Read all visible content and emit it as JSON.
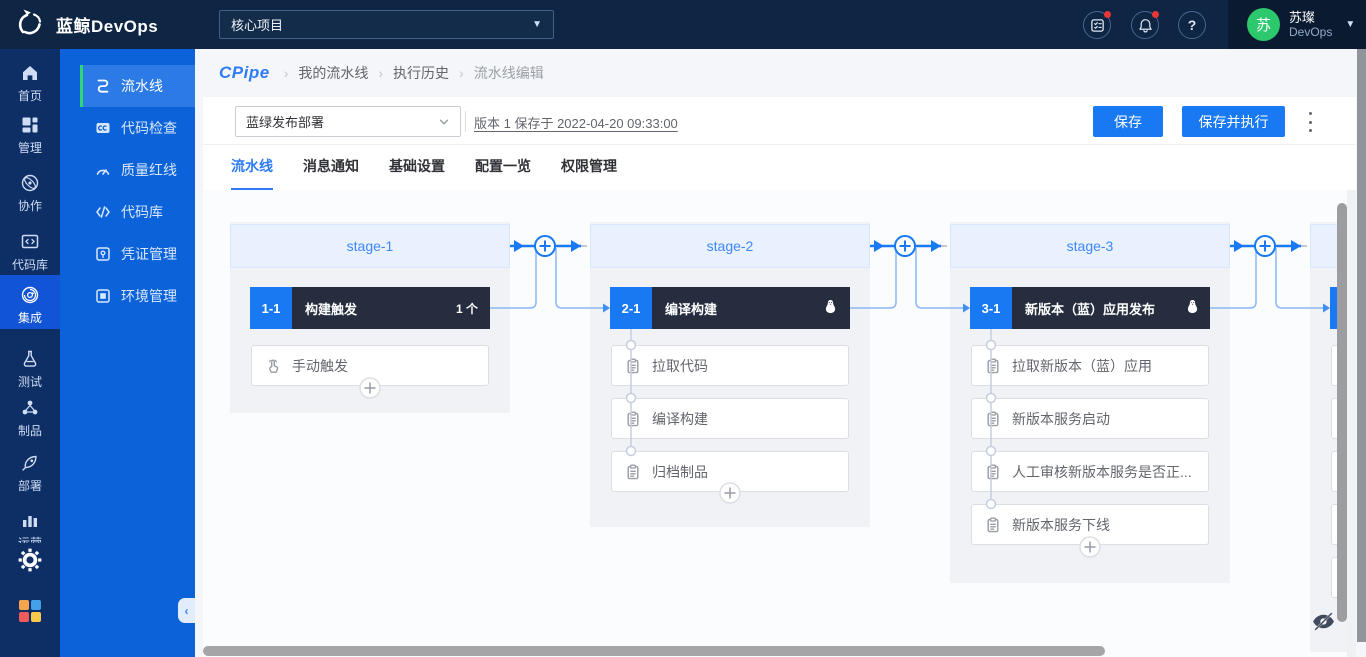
{
  "topbar": {
    "brand": "蓝鲸DevOps",
    "project_selector": "核心项目",
    "user": {
      "name": "苏璨",
      "org": "DevOps",
      "avatar": "苏"
    }
  },
  "primary_nav": {
    "items": [
      {
        "label": "首页"
      },
      {
        "label": "管理"
      },
      {
        "label": "协作"
      },
      {
        "label": "代码库"
      },
      {
        "label": "集成",
        "active": true
      },
      {
        "label": "测试"
      },
      {
        "label": "制品"
      },
      {
        "label": "部署"
      },
      {
        "label": "运营"
      }
    ]
  },
  "secondary_nav": {
    "items": [
      {
        "label": "流水线",
        "active": true
      },
      {
        "label": "代码检查"
      },
      {
        "label": "质量红线"
      },
      {
        "label": "代码库"
      },
      {
        "label": "凭证管理"
      },
      {
        "label": "环境管理"
      }
    ]
  },
  "breadcrumb": {
    "logo": "CPipe",
    "items": [
      "我的流水线",
      "执行历史",
      "流水线编辑"
    ]
  },
  "toolbar": {
    "pipeline_select": "蓝绿发布部署",
    "version_text": "版本 1 保存于 2022-04-20 09:33:00",
    "save_label": "保存",
    "save_run_label": "保存并执行"
  },
  "tabs": {
    "items": [
      "流水线",
      "消息通知",
      "基础设置",
      "配置一览",
      "权限管理"
    ],
    "active": "流水线"
  },
  "pipeline": {
    "stages": [
      {
        "title": "stage-1",
        "job": {
          "badge": "1-1",
          "name": "构建触发",
          "count": "1 个"
        },
        "items": [
          {
            "icon": "hand",
            "label": "手动触发"
          }
        ]
      },
      {
        "title": "stage-2",
        "job": {
          "badge": "2-1",
          "name": "编译构建",
          "runner": "linux"
        },
        "items": [
          {
            "icon": "clipboard",
            "label": "拉取代码"
          },
          {
            "icon": "clipboard",
            "label": "编译构建"
          },
          {
            "icon": "clipboard",
            "label": "归档制品"
          }
        ]
      },
      {
        "title": "stage-3",
        "job": {
          "badge": "3-1",
          "name": "新版本（蓝）应用发布",
          "runner": "linux"
        },
        "items": [
          {
            "icon": "clipboard",
            "label": "拉取新版本（蓝）应用"
          },
          {
            "icon": "clipboard",
            "label": "新版本服务启动"
          },
          {
            "icon": "clipboard",
            "label": "人工审核新版本服务是否正..."
          },
          {
            "icon": "clipboard",
            "label": "新版本服务下线"
          }
        ]
      },
      {
        "title": "",
        "partial": true,
        "job": {
          "badge": "",
          "name": ""
        },
        "items": [
          {
            "label": ""
          },
          {
            "label": ""
          },
          {
            "label": ""
          },
          {
            "label": ""
          },
          {
            "label": ""
          }
        ]
      }
    ]
  },
  "colors": {
    "accent_blue": "#1879f2",
    "stage_header_bg": "#e9f1fe",
    "job_bar_dark": "#252d3e",
    "active_green": "#2fd771",
    "avatar_green": "#2cc86d",
    "alert_red": "#ea3636"
  }
}
